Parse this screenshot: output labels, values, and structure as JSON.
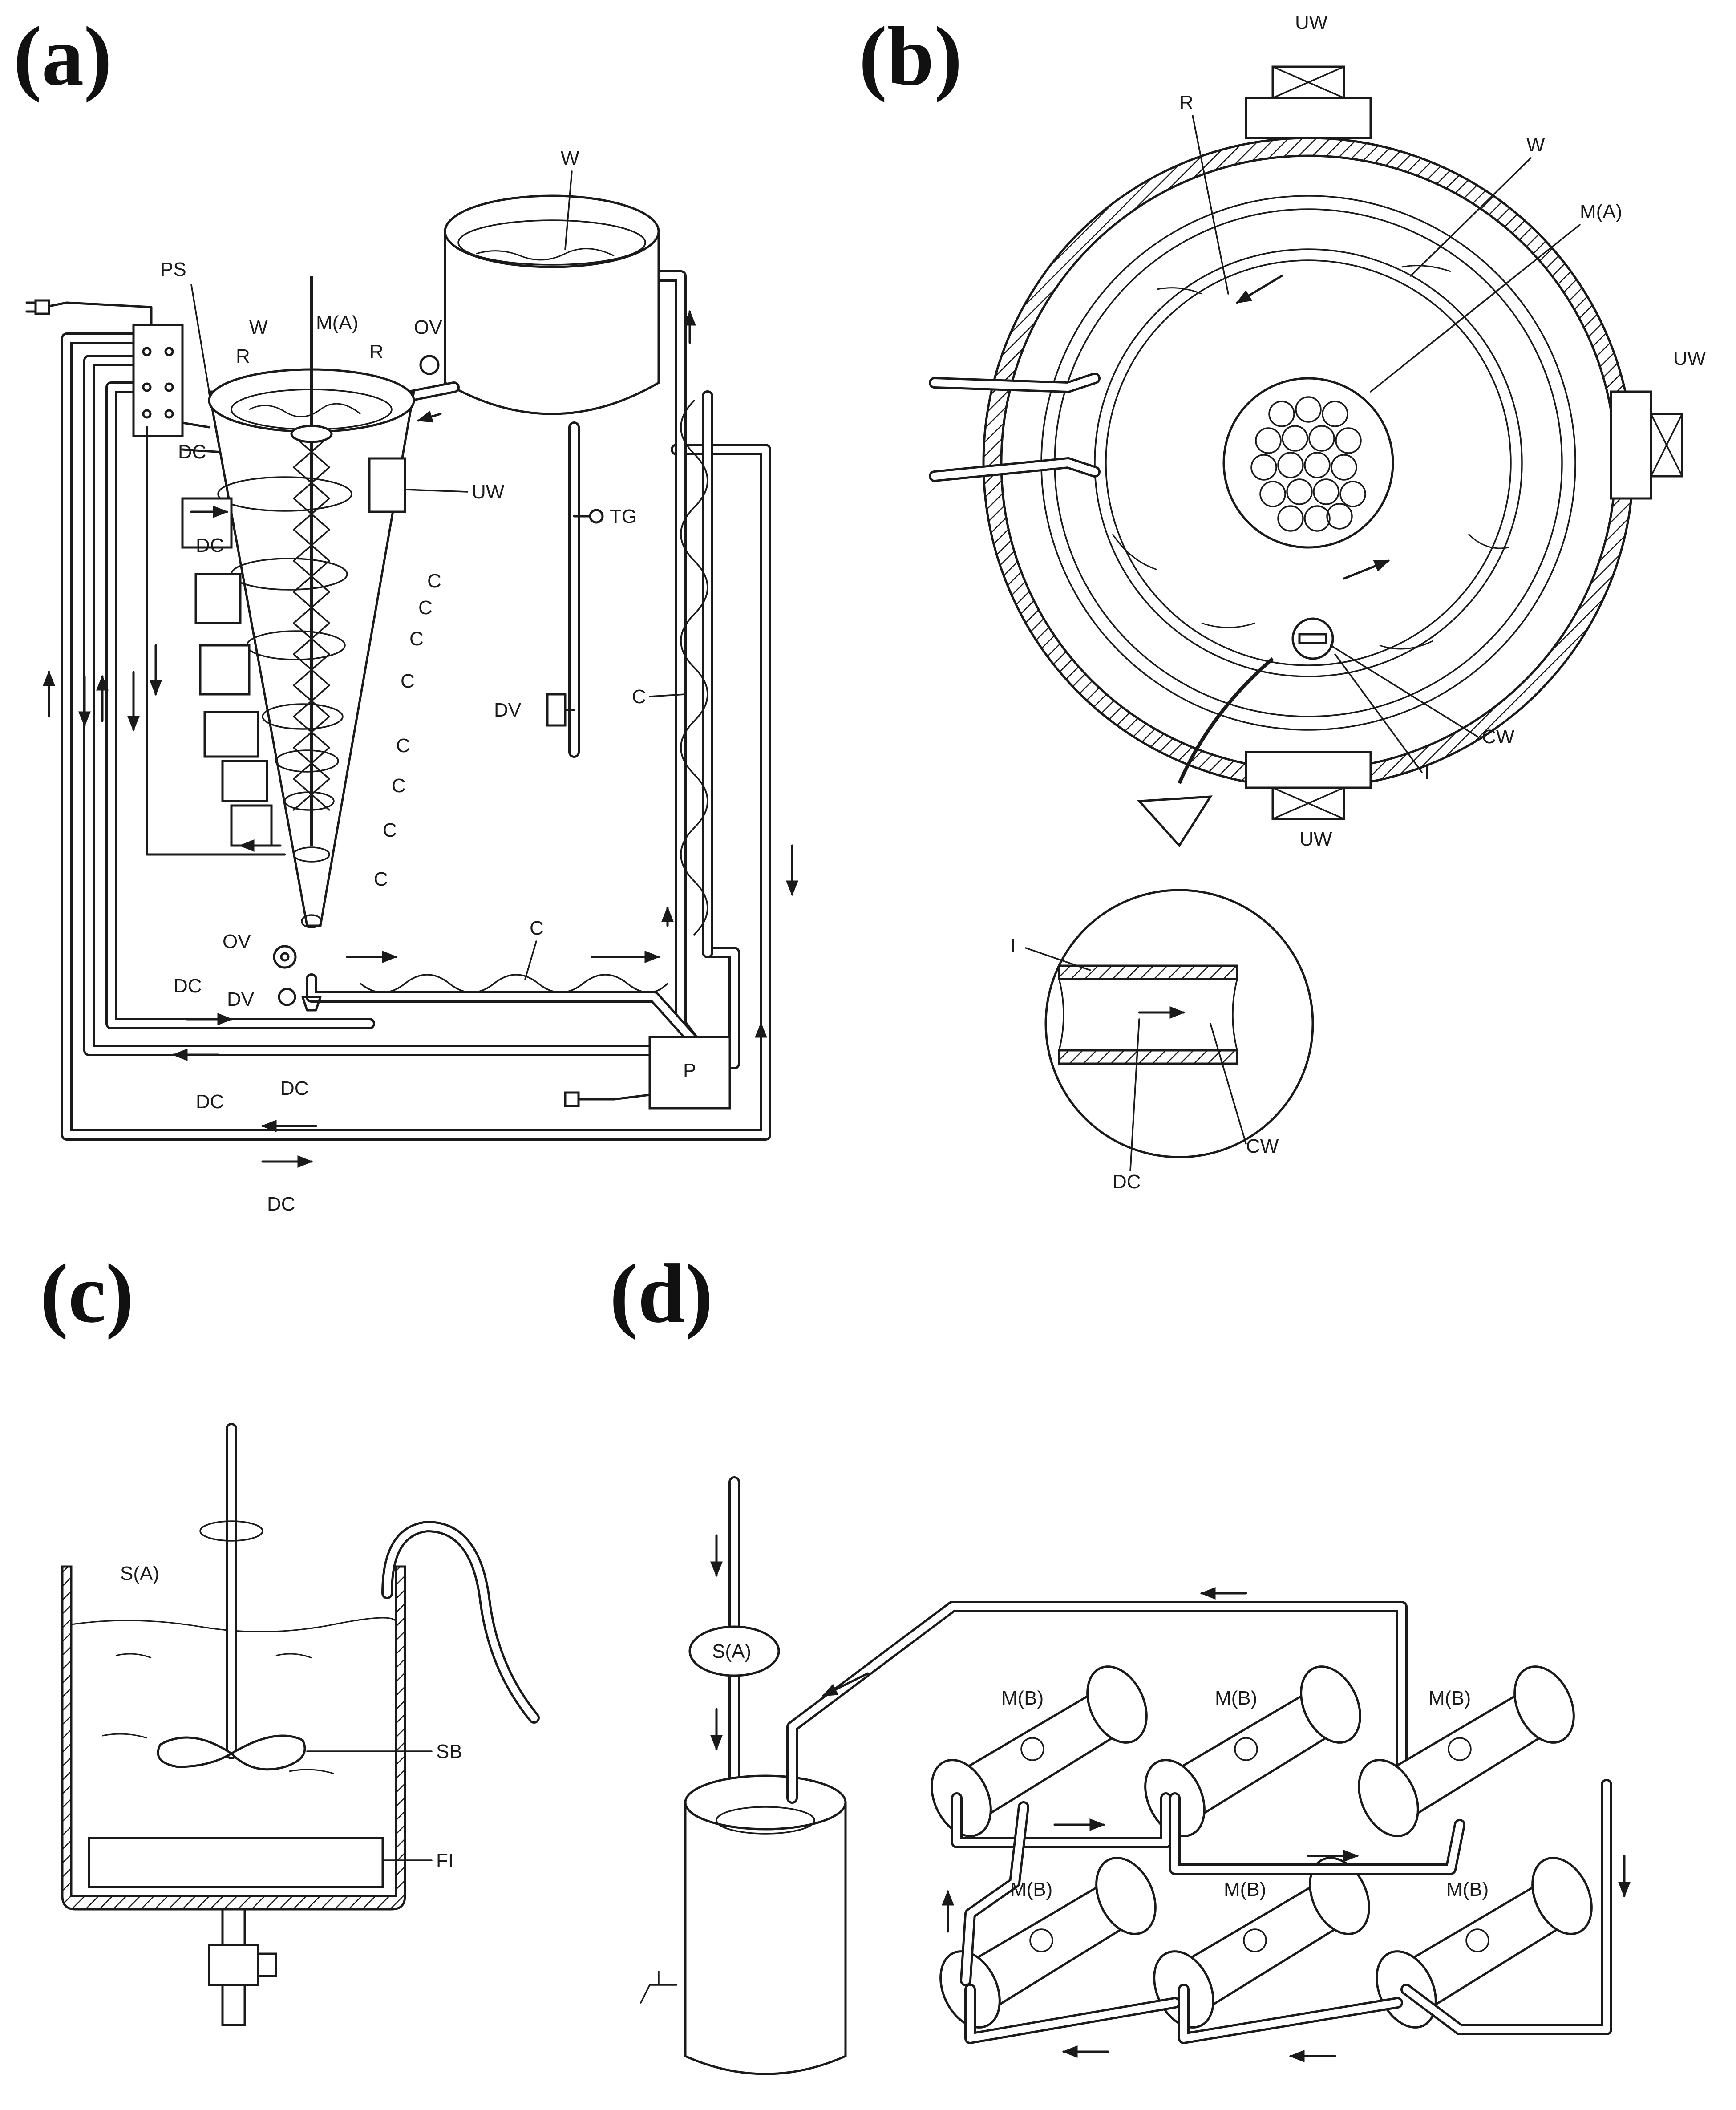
{
  "panels": {
    "a": "(a)",
    "b": "(b)",
    "c": "(c)",
    "d": "(d)"
  },
  "labels_a": {
    "ps": "PS",
    "w_tank": "W",
    "w_cone": "W",
    "r_left": "R",
    "r_right": "R",
    "ma": "M(A)",
    "ov_top": "OV",
    "uw": "UW",
    "tg": "TG",
    "dv_mid": "DV",
    "c_coil_right": "C",
    "c_bottom": "C",
    "c_cone": [
      "C",
      "C",
      "C",
      "C",
      "C",
      "C",
      "C",
      "C"
    ],
    "dc_top1": "DC",
    "dc_top2": "DC",
    "ov_bottom": "OV",
    "dv_bottom": "DV",
    "dc_left1": "DC",
    "dc_left2": "DC",
    "dc_mid": "DC",
    "dc_bottom": "DC",
    "p": "P"
  },
  "labels_b": {
    "uw_top": "UW",
    "uw_right": "UW",
    "uw_bottom": "UW",
    "r": "R",
    "w": "W",
    "ma": "M(A)",
    "cw": "CW",
    "i": "I",
    "i_detail": "I",
    "cw_detail": "CW",
    "dc_detail": "DC"
  },
  "labels_c": {
    "sa": "S(A)",
    "sb": "SB",
    "fi": "FI"
  },
  "labels_d": {
    "sa": "S(A)",
    "mb": [
      "M(B)",
      "M(B)",
      "M(B)",
      "M(B)",
      "M(B)",
      "M(B)"
    ]
  }
}
